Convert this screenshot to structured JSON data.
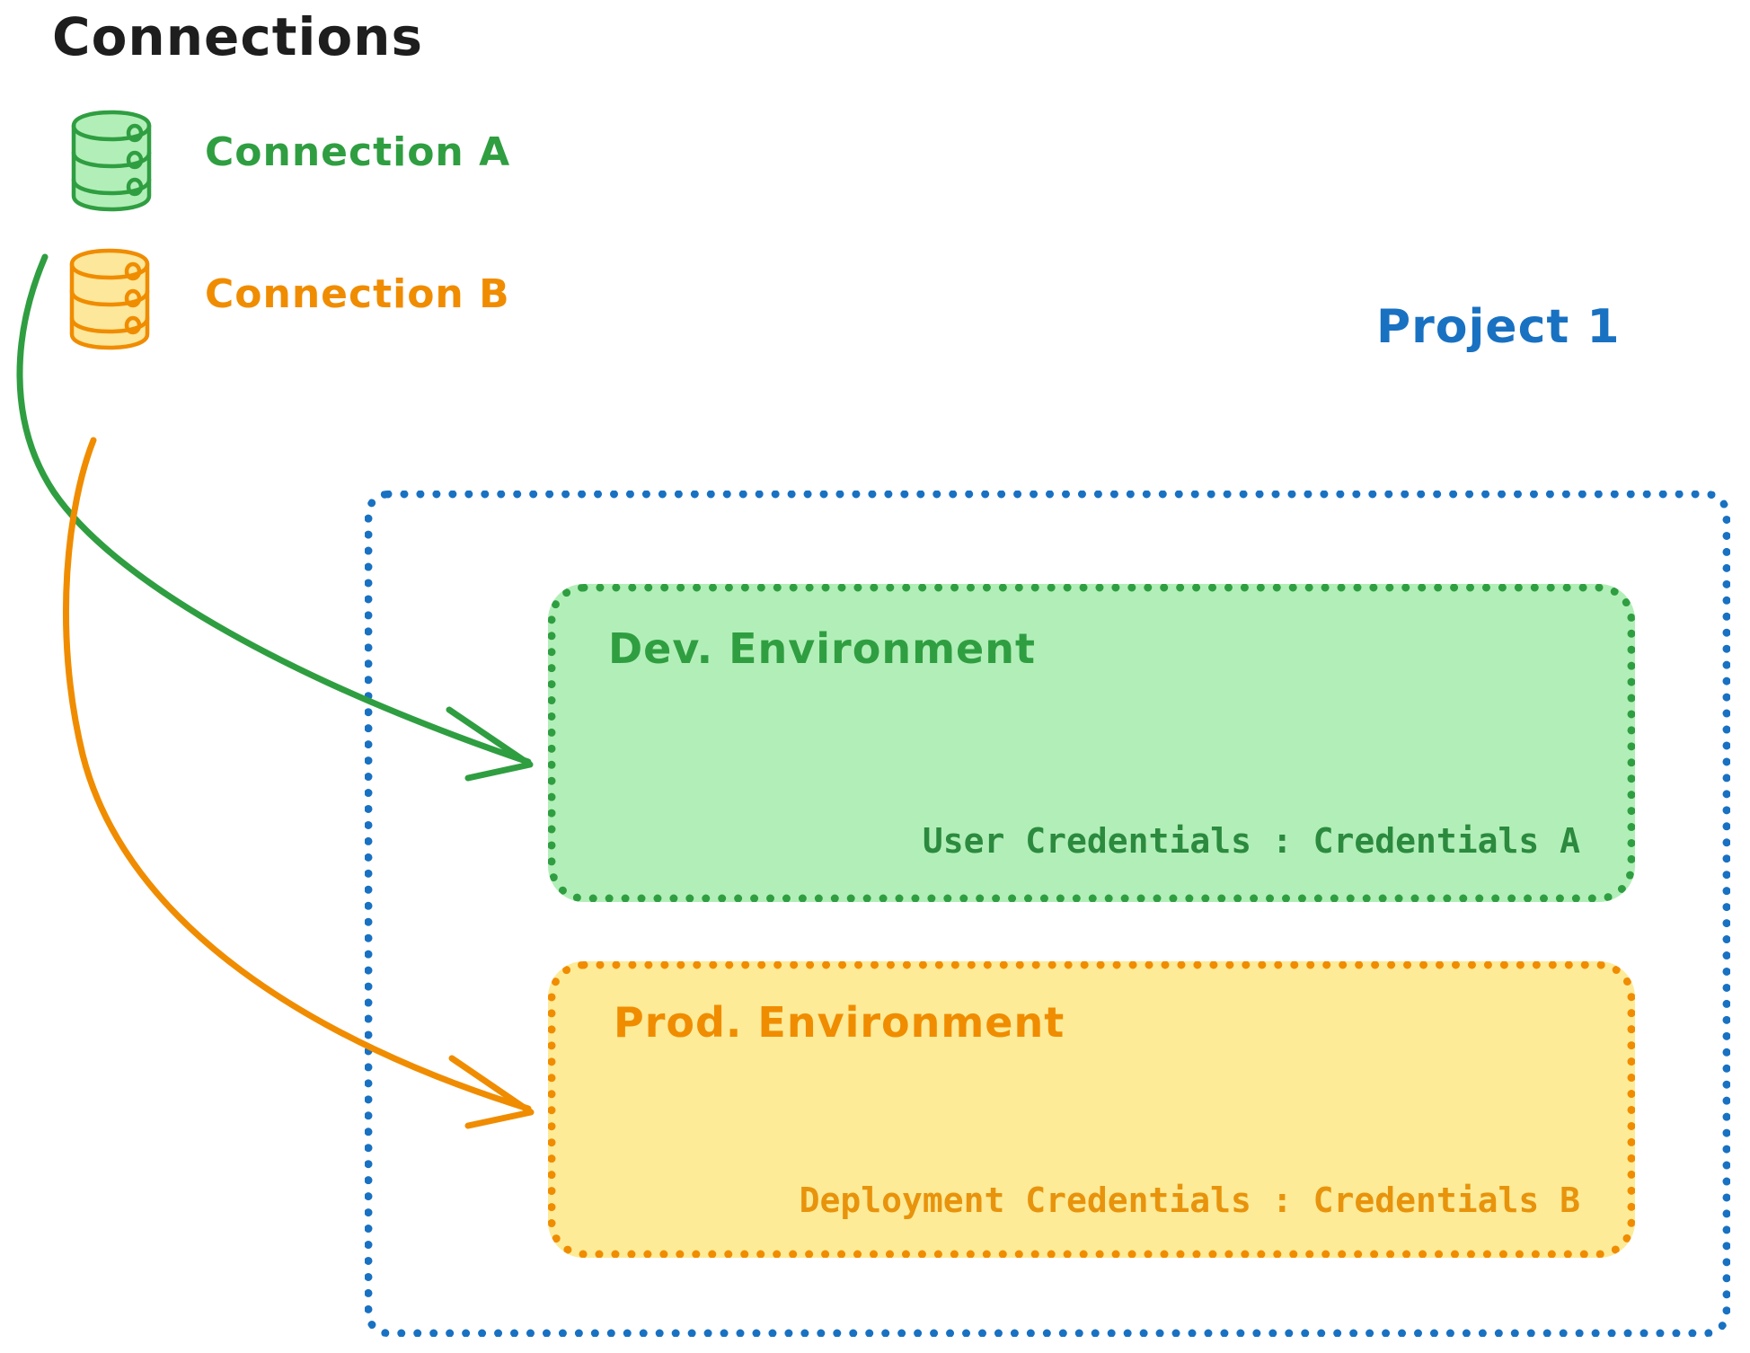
{
  "diagram": {
    "title": "Connections",
    "title_color": "#1e1e1e",
    "background": "#ffffff"
  },
  "connections": [
    {
      "icon": "database-cylinder-icon",
      "label": "Connection A",
      "color": "#2f9e41",
      "fill": "#b2efb8"
    },
    {
      "icon": "database-cylinder-icon",
      "label": "Connection B",
      "color": "#f08c00",
      "fill": "#fde79a"
    }
  ],
  "project": {
    "label": "Project 1",
    "color": "#1971c2",
    "border_style": "dotted"
  },
  "environments": [
    {
      "title": "Dev. Environment",
      "credentials_label": "User Credentials",
      "credentials_separator": ":",
      "credentials_value": "Credentials A",
      "credentials_line": "User Credentials : Credentials A",
      "accent": "#2f9e41",
      "fill": "#b2efb8"
    },
    {
      "title": "Prod. Environment",
      "credentials_label": "Deployment Credentials",
      "credentials_separator": ":",
      "credentials_value": "Credentials B",
      "credentials_line": "Deployment Credentials : Credentials B",
      "accent": "#f08c00",
      "fill": "#fdeb97"
    }
  ],
  "arrows": [
    {
      "name": "connection-a-to-dev-environment",
      "from": "Connection A",
      "to": "Dev. Environment",
      "color": "#2f9e41"
    },
    {
      "name": "connection-b-to-prod-environment",
      "from": "Connection B",
      "to": "Prod. Environment",
      "color": "#f08c00"
    }
  ]
}
